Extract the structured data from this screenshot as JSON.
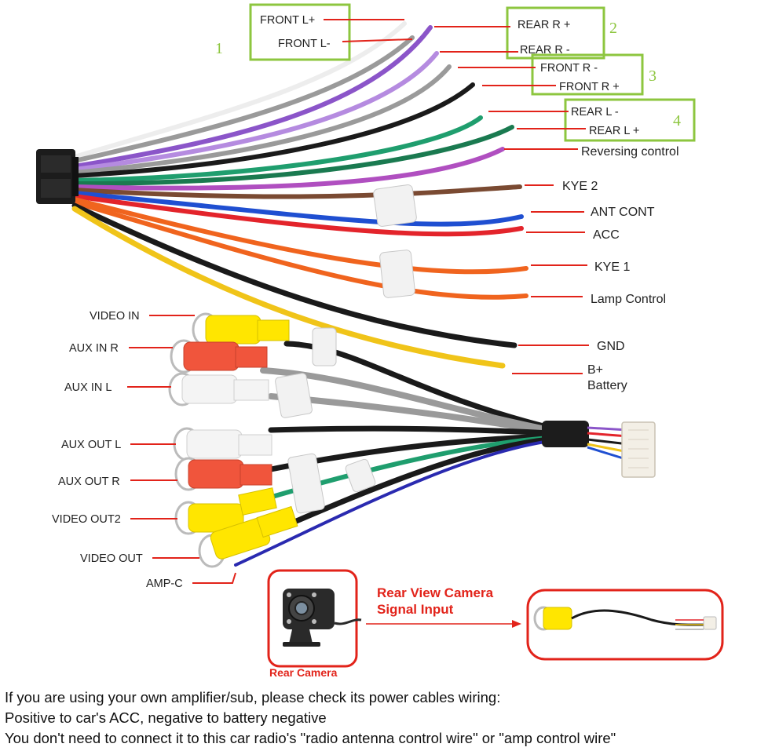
{
  "colors": {
    "box_border": "#8dc63f",
    "pointer_line": "#e2231a",
    "camera_text": "#e2231a",
    "wire_black": "#1a1a1a",
    "wire_purple": "#8b55c9",
    "wire_grey": "#9a9a9a",
    "wire_green": "#1f9e6e",
    "wire_brown": "#7a4a32",
    "wire_blue": "#1f4fd1",
    "wire_red": "#e3242b",
    "wire_orange": "#f0641e",
    "wire_yellow": "#f0c419",
    "rca_yellow": "#ffe600",
    "rca_red": "#f0553c",
    "rca_white": "#f4f4f4"
  },
  "groups": [
    {
      "number": "1",
      "labels": [
        "FRONT L+",
        "FRONT L-"
      ]
    },
    {
      "number": "2",
      "labels": [
        "REAR R +",
        "REAR R -"
      ]
    },
    {
      "number": "3",
      "labels": [
        "FRONT R -",
        "FRONT R +"
      ]
    },
    {
      "number": "4",
      "labels": [
        "REAR L -",
        "REAR L +"
      ]
    }
  ],
  "right_labels": {
    "reversing": "Reversing control",
    "kye2": "KYE 2",
    "ant_cont": "ANT CONT",
    "acc": "ACC",
    "kye1": "KYE 1",
    "lamp": "Lamp Control",
    "gnd": "GND",
    "bplus": "B+",
    "battery": "Battery"
  },
  "left_labels": {
    "video_in": "VIDEO IN",
    "aux_in_r": "AUX IN R",
    "aux_in_l": "AUX  IN L",
    "aux_out_l": "AUX OUT L",
    "aux_out_r": "AUX OUT R",
    "video_out2": "VIDEO OUT2",
    "video_out": "VIDEO OUT",
    "amp_c": "AMP-C"
  },
  "camera": {
    "title_line1": "Rear View Camera",
    "title_line2": "Signal Input",
    "label": "Rear Camera"
  },
  "notes": [
    "If you are using your own amplifier/sub, please check its power cables wiring:",
    "Positive to car's ACC, negative to battery negative",
    "You don't need to connect it to this car radio's \"radio antenna control wire\" or \"amp control wire\""
  ]
}
